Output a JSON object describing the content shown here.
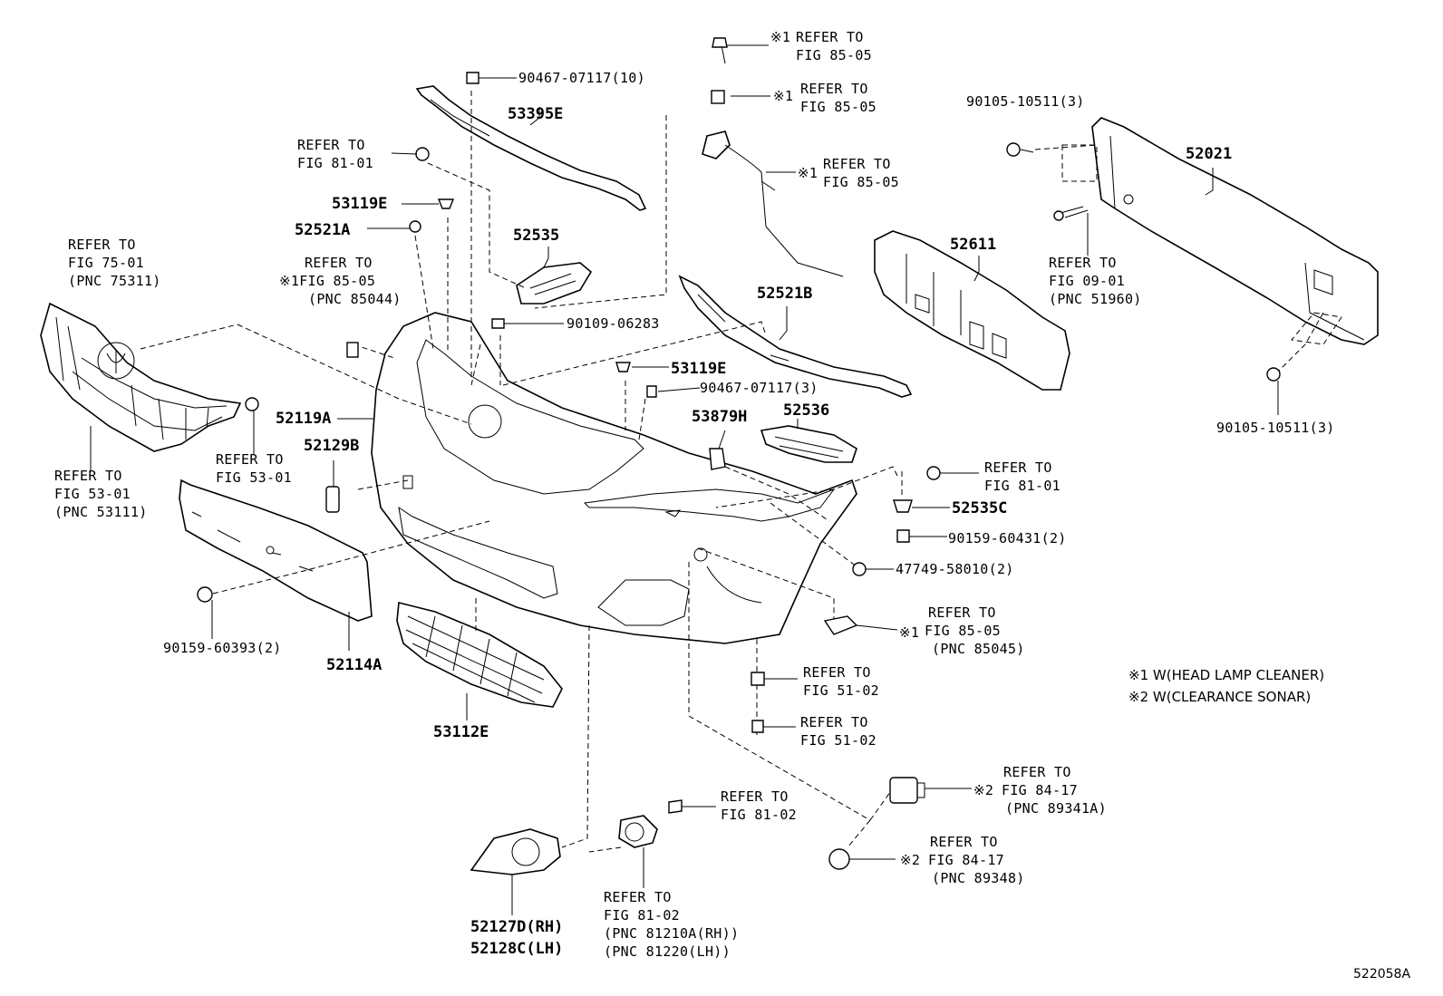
{
  "diagram_id": "522058A",
  "notes": [
    "※1 W(HEAD LAMP CLEANER)",
    "※2 W(CLEARANCE SONAR)"
  ],
  "parts": {
    "p53395E": "53395E",
    "p52021": "52021",
    "p52611": "52611",
    "p53119E_a": "53119E",
    "p52521A": "52521A",
    "p52535": "52535",
    "p52521B": "52521B",
    "p53119E_b": "53119E",
    "p52119A": "52119A",
    "p52129B": "52129B",
    "p53879H": "53879H",
    "p52536": "52536",
    "p52535C": "52535C",
    "p52114A": "52114A",
    "p53112E": "53112E",
    "p52127D": "52127D(RH)",
    "p52128C": "52128C(LH)"
  },
  "fasteners": {
    "f90467_10": "90467-07117(10)",
    "f90105_top": "90105-10511(3)",
    "f90109": "90109-06283",
    "f90467_3": "90467-07117(3)",
    "f90105_bot": "90105-10511(3)",
    "f90159_431": "90159-60431(2)",
    "f47749": "47749-58010(2)",
    "f90159_393": "90159-60393(2)"
  },
  "refs": {
    "r1": [
      "※1",
      "REFER TO",
      "FIG 85-05"
    ],
    "r2": [
      "※1",
      "REFER TO",
      "FIG 85-05"
    ],
    "r3": [
      "※1",
      "REFER TO",
      "FIG 85-05"
    ],
    "r_fig8101_top": [
      "REFER TO",
      "FIG 81-01"
    ],
    "r_fig7501": [
      "REFER TO",
      "FIG 75-01",
      "(PNC 75311)"
    ],
    "r_fig8505_pnc85044": [
      "REFER TO",
      "※1FIG 85-05",
      "(PNC 85044)"
    ],
    "r_fig0901": [
      "REFER TO",
      "FIG 09-01",
      "(PNC 51960)"
    ],
    "r_fig5301_right": [
      "REFER TO",
      "FIG 53-01"
    ],
    "r_fig5301_left": [
      "REFER TO",
      "FIG 53-01",
      "(PNC 53111)"
    ],
    "r_fig8101_right": [
      "REFER TO",
      "FIG 81-01"
    ],
    "r_fig8505_pnc85045": [
      "REFER TO",
      "※1",
      "FIG 85-05",
      "(PNC 85045)"
    ],
    "r_fig5102_a": [
      "REFER TO",
      "FIG 51-02"
    ],
    "r_fig5102_b": [
      "REFER TO",
      "FIG 51-02"
    ],
    "r_fig8417_a": [
      "REFER TO",
      "※2",
      "FIG 84-17",
      "(PNC 89341A)"
    ],
    "r_fig8102_right": [
      "REFER TO",
      "FIG 81-02"
    ],
    "r_fig8417_b": [
      "REFER TO",
      "※2",
      "FIG 84-17",
      "(PNC 89348)"
    ],
    "r_fig8102_bottom": [
      "REFER TO",
      "FIG 81-02",
      "(PNC 81210A(RH))",
      "(PNC 81220(LH))"
    ]
  }
}
